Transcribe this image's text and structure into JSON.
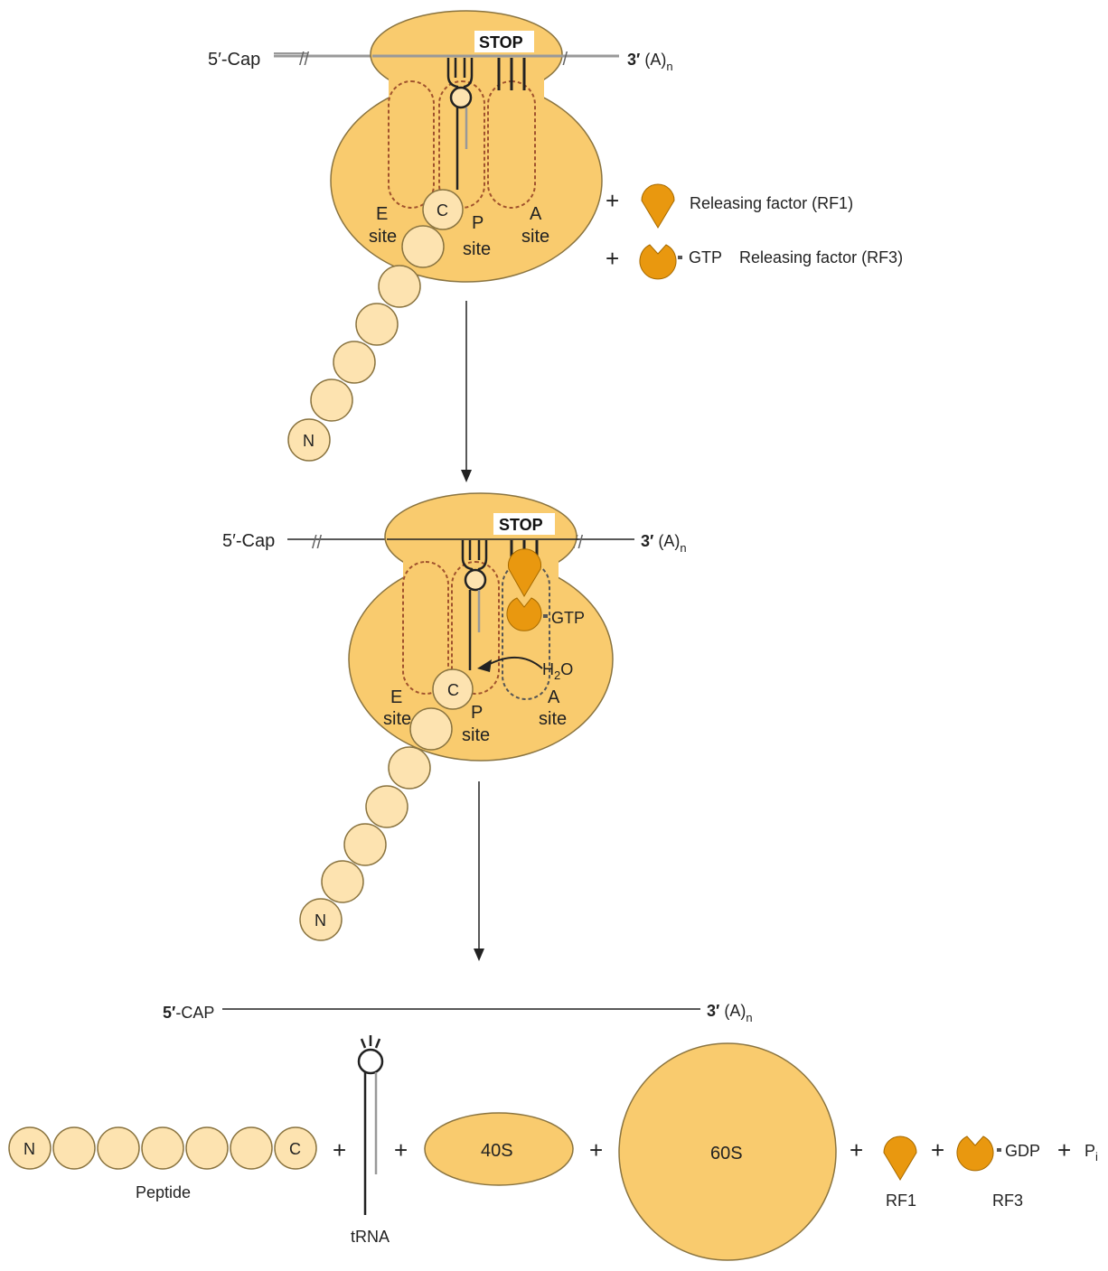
{
  "colors": {
    "ribosome": "#F9CB6E",
    "ribosome_stroke": "#8A7440",
    "bead": "#FDE3B0",
    "bead_stroke": "#8A7440",
    "factor": "#E9980F",
    "site_dash": "#A0522D",
    "line": "#222222",
    "mrna_gray": "#999999"
  },
  "icons": {
    "rf1": "teardrop-factor-icon",
    "rf3": "notched-circle-factor-icon",
    "trna": "trna-cloverleaf-icon",
    "arrow": "down-arrow-icon"
  },
  "panel1": {
    "cap_label": "5′-Cap",
    "tail_prime": "3′",
    "tail_text": " (A)",
    "tail_sub": "n",
    "stop": "STOP",
    "e_site": [
      "E",
      "site"
    ],
    "p_site": [
      "P",
      "site"
    ],
    "a_site": [
      "A",
      "site"
    ],
    "c_terminus": "C",
    "n_terminus": "N",
    "plus": "+",
    "rf1_label": "Releasing factor (RF1)",
    "gtp": "GTP",
    "rf3_label": "Releasing factor (RF3)"
  },
  "panel2": {
    "cap_label": "5′-Cap",
    "tail_prime": "3′",
    "tail_text": " (A)",
    "tail_sub": "n",
    "stop": "STOP",
    "gtp": "GTP",
    "h2o_h": "H",
    "h2o_sub": "2",
    "h2o_o": "O",
    "e_site": [
      "E",
      "site"
    ],
    "p_site": [
      "P",
      "site"
    ],
    "a_site": [
      "A",
      "site"
    ],
    "c_terminus": "C",
    "n_terminus": "N"
  },
  "panel3": {
    "cap_prime": "5′",
    "cap_text": "-CAP",
    "tail_prime": "3′",
    "tail_text": " (A)",
    "tail_sub": "n",
    "n_terminus": "N",
    "c_terminus": "C",
    "peptide": "Peptide",
    "plus": "+",
    "trna": "tRNA",
    "small_subunit": "40S",
    "large_subunit": "60S",
    "rf1": "RF1",
    "gdp": "GDP",
    "rf3": "RF3",
    "pi_p": "P",
    "pi_sub": "i"
  }
}
